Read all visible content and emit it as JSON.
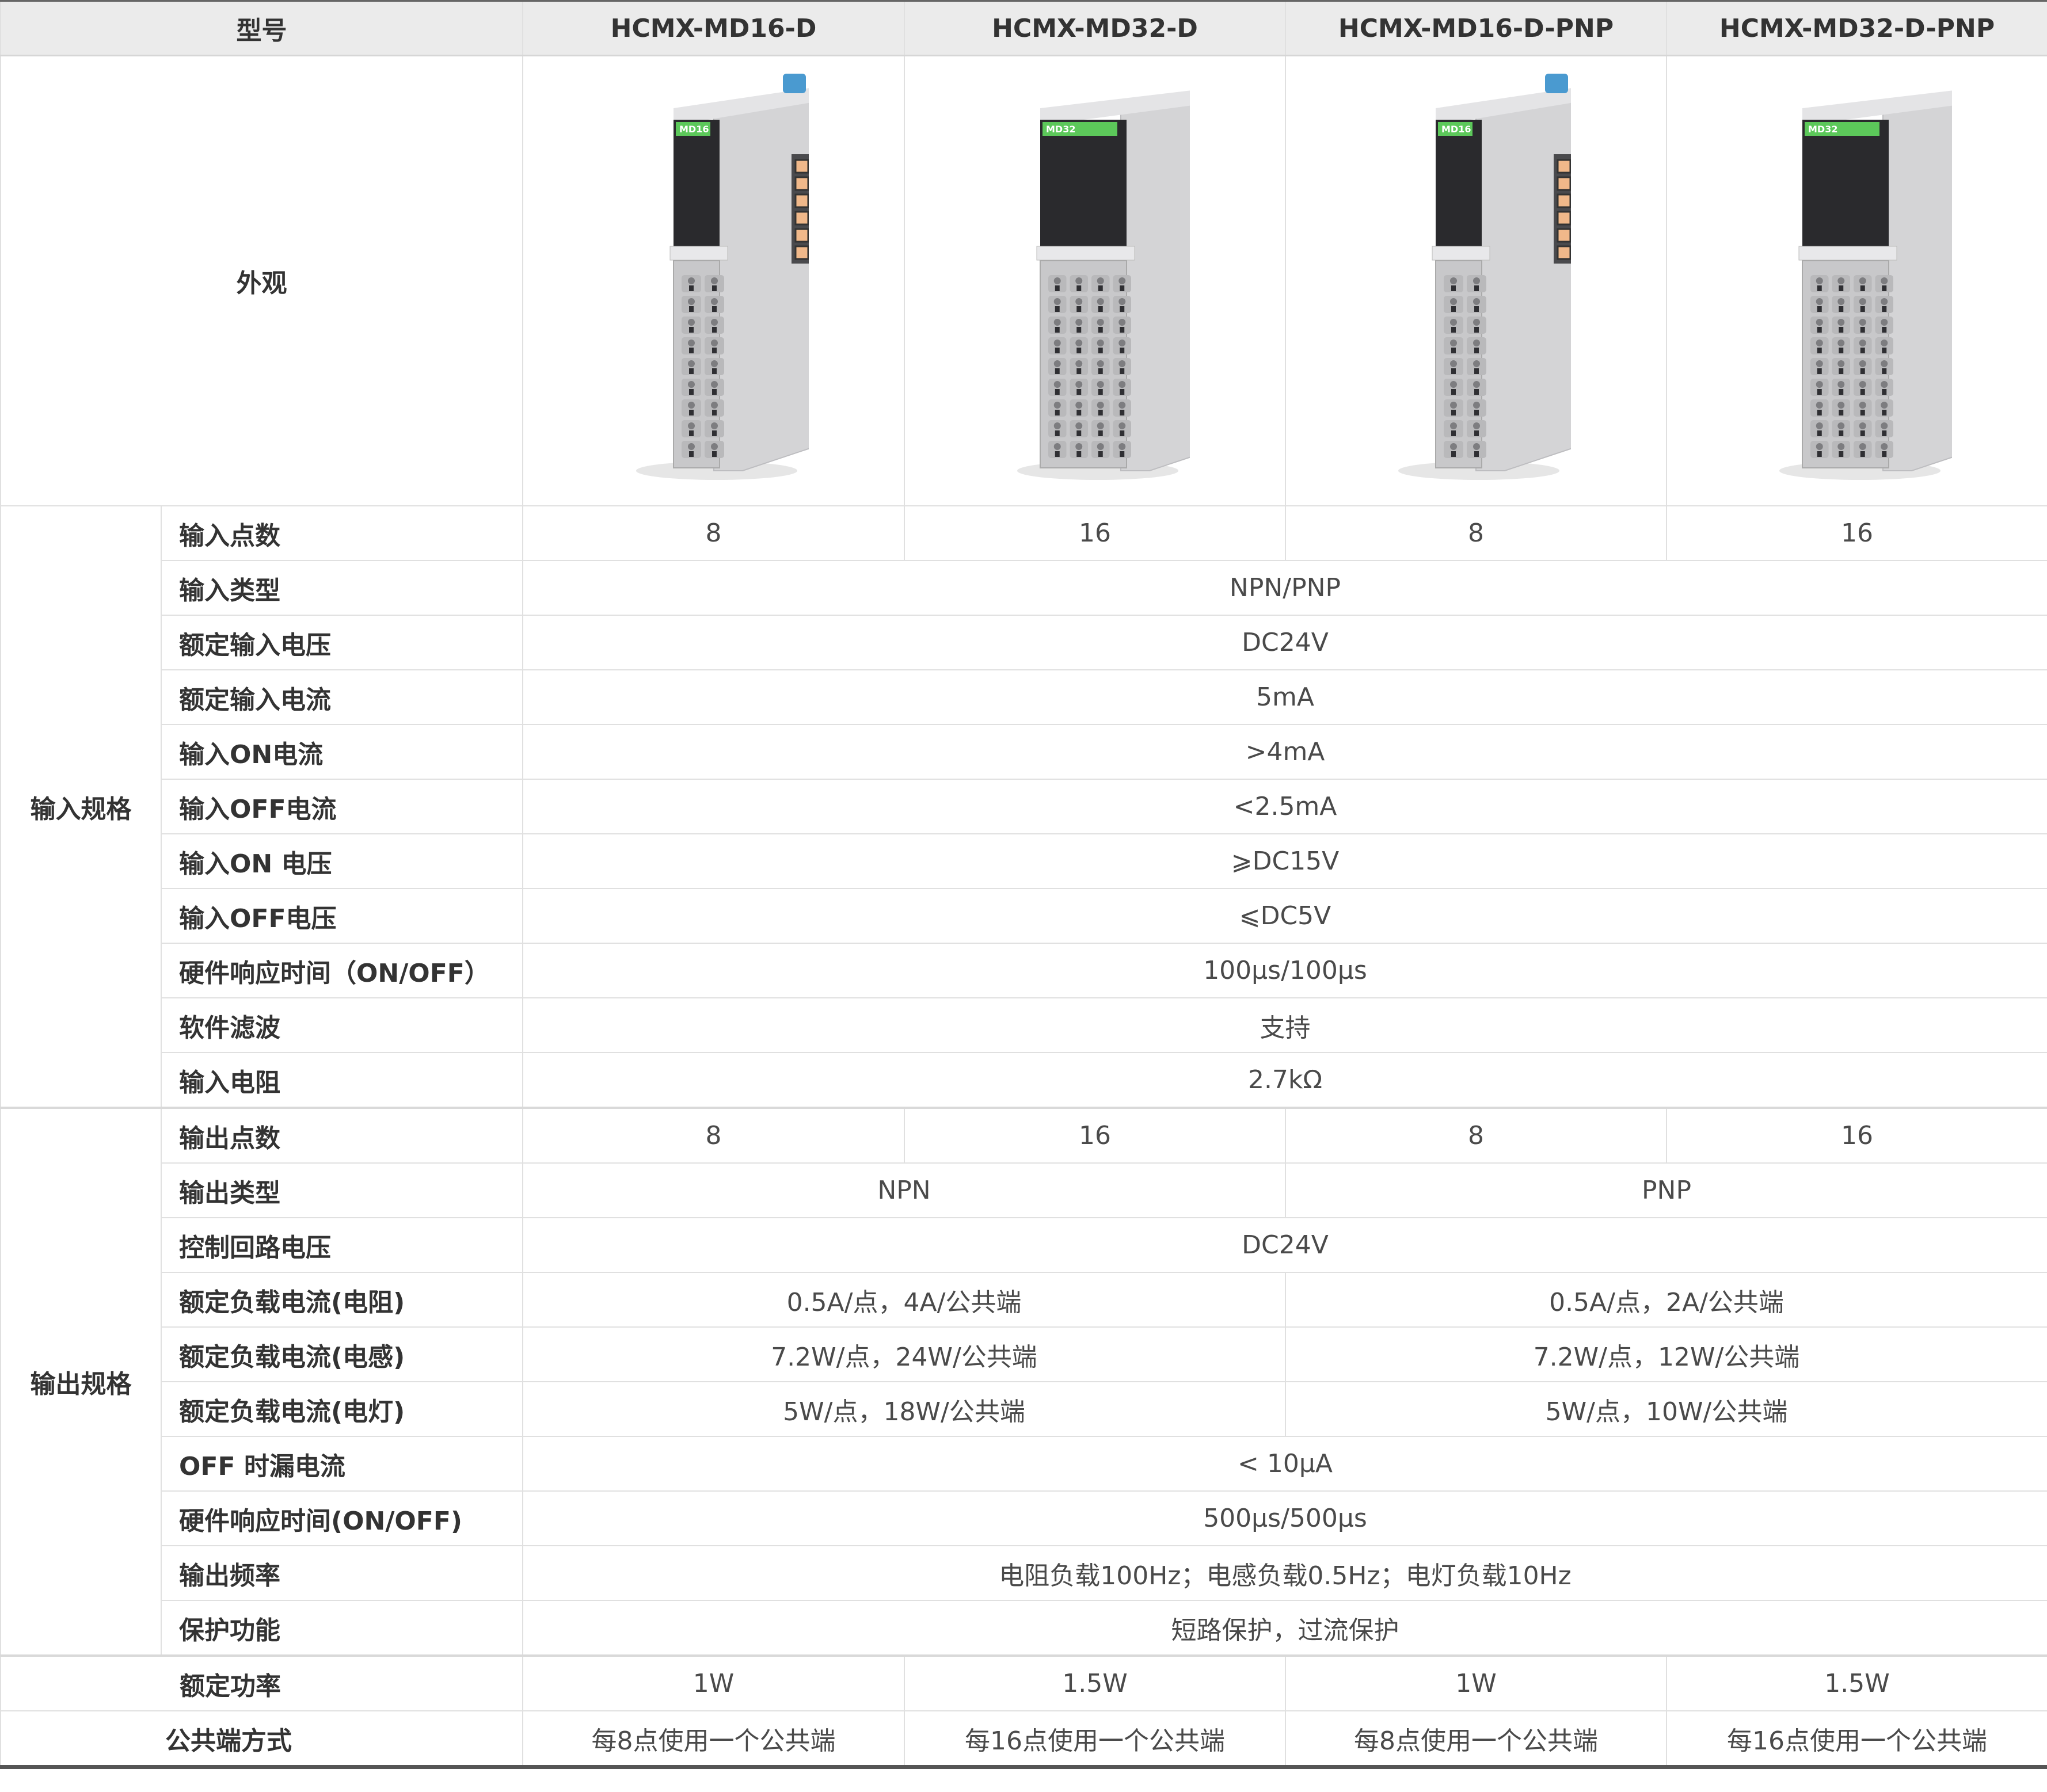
{
  "header": {
    "model_label": "型号",
    "models": [
      "HCMX-MD16-D",
      "HCMX-MD32-D",
      "HCMX-MD16-D-PNP",
      "HCMX-MD32-D-PNP"
    ]
  },
  "appearance": {
    "label": "外观",
    "module_tags": [
      "MD16",
      "MD32",
      "MD16",
      "MD32"
    ]
  },
  "input_spec": {
    "group_label": "输入规格",
    "rows": [
      {
        "label": "输入点数",
        "cells": [
          {
            "text": "8",
            "span": 1
          },
          {
            "text": "16",
            "span": 1
          },
          {
            "text": "8",
            "span": 1
          },
          {
            "text": "16",
            "span": 1
          }
        ]
      },
      {
        "label": "输入类型",
        "cells": [
          {
            "text": "NPN/PNP",
            "span": 4
          }
        ]
      },
      {
        "label": "额定输入电压",
        "cells": [
          {
            "text": "DC24V",
            "span": 4
          }
        ]
      },
      {
        "label": "额定输入电流",
        "cells": [
          {
            "text": "5mA",
            "span": 4
          }
        ]
      },
      {
        "label": "输入ON电流",
        "cells": [
          {
            "text": ">4mA",
            "span": 4
          }
        ]
      },
      {
        "label": "输入OFF电流",
        "cells": [
          {
            "text": "<2.5mA",
            "span": 4
          }
        ]
      },
      {
        "label": "输入ON 电压",
        "cells": [
          {
            "text": "⩾DC15V",
            "span": 4
          }
        ]
      },
      {
        "label": "输入OFF电压",
        "cells": [
          {
            "text": "⩽DC5V",
            "span": 4
          }
        ]
      },
      {
        "label": "硬件响应时间（ON/OFF）",
        "cells": [
          {
            "text": "100μs/100μs",
            "span": 4
          }
        ]
      },
      {
        "label": "软件滤波",
        "cells": [
          {
            "text": "支持",
            "span": 4
          }
        ]
      },
      {
        "label": "输入电阻",
        "cells": [
          {
            "text": "2.7kΩ",
            "span": 4
          }
        ]
      }
    ]
  },
  "output_spec": {
    "group_label": "输出规格",
    "rows": [
      {
        "label": "输出点数",
        "cells": [
          {
            "text": "8",
            "span": 1
          },
          {
            "text": "16",
            "span": 1
          },
          {
            "text": "8",
            "span": 1
          },
          {
            "text": "16",
            "span": 1
          }
        ]
      },
      {
        "label": "输出类型",
        "cells": [
          {
            "text": "NPN",
            "span": 2
          },
          {
            "text": "PNP",
            "span": 2
          }
        ]
      },
      {
        "label": "控制回路电压",
        "cells": [
          {
            "text": "DC24V",
            "span": 4
          }
        ]
      },
      {
        "label": "额定负载电流(电阻)",
        "cells": [
          {
            "text": "0.5A/点，4A/公共端",
            "span": 2
          },
          {
            "text": "0.5A/点，2A/公共端",
            "span": 2
          }
        ]
      },
      {
        "label": "额定负载电流(电感)",
        "cells": [
          {
            "text": "7.2W/点，24W/公共端",
            "span": 2
          },
          {
            "text": "7.2W/点，12W/公共端",
            "span": 2
          }
        ]
      },
      {
        "label": "额定负载电流(电灯)",
        "cells": [
          {
            "text": "5W/点，18W/公共端",
            "span": 2
          },
          {
            "text": "5W/点，10W/公共端",
            "span": 2
          }
        ]
      },
      {
        "label": "OFF 时漏电流",
        "cells": [
          {
            "text": "< 10μA",
            "span": 4
          }
        ]
      },
      {
        "label": "硬件响应时间(ON/OFF)",
        "cells": [
          {
            "text": "500μs/500μs",
            "span": 4
          }
        ]
      },
      {
        "label": "输出频率",
        "cells": [
          {
            "text": "电阻负载100Hz；电感负载0.5Hz；电灯负载10Hz",
            "span": 4
          }
        ]
      },
      {
        "label": "保护功能",
        "cells": [
          {
            "text": "短路保护，过流保护",
            "span": 4
          }
        ]
      }
    ]
  },
  "general": [
    {
      "label": "额定功率",
      "cells": [
        {
          "text": "1W",
          "span": 1
        },
        {
          "text": "1.5W",
          "span": 1
        },
        {
          "text": "1W",
          "span": 1
        },
        {
          "text": "1.5W",
          "span": 1
        }
      ]
    },
    {
      "label": "公共端方式",
      "cells": [
        {
          "text": "每8点使用一个公共端",
          "span": 1
        },
        {
          "text": "每16点使用一个公共端",
          "span": 1
        },
        {
          "text": "每8点使用一个公共端",
          "span": 1
        },
        {
          "text": "每16点使用一个公共端",
          "span": 1
        }
      ]
    }
  ],
  "colors": {
    "header_bg": "#ebebeb",
    "tag_green": "#5cc85a",
    "clip_blue": "#4a9ad0",
    "led_orange": "#f0b88a",
    "body_gray": "#d4d4d6"
  }
}
